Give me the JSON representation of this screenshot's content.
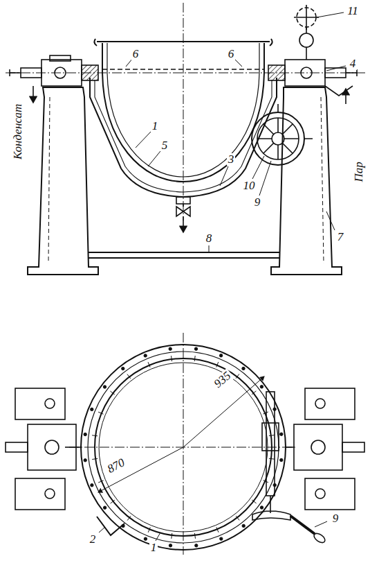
{
  "diagram": {
    "labels": [
      "11",
      "6",
      "6",
      "4",
      "1",
      "5",
      "3",
      "10",
      "9",
      "Конденсат",
      "Пар",
      "7",
      "8",
      "935",
      "870",
      "2",
      "1",
      "9"
    ]
  }
}
